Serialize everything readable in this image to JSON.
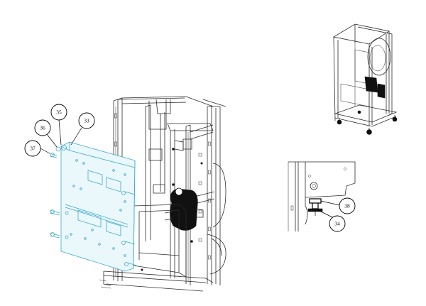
{
  "callouts": [
    {
      "id": "c33",
      "label": "33"
    },
    {
      "id": "c35",
      "label": "35"
    },
    {
      "id": "c36",
      "label": "36"
    },
    {
      "id": "c37",
      "label": "37"
    },
    {
      "id": "c38",
      "label": "38"
    },
    {
      "id": "c34",
      "label": "34"
    }
  ],
  "colors": {
    "line": "#2b2b2b",
    "highlight": "#3fa9c9",
    "background": "#ffffff"
  }
}
